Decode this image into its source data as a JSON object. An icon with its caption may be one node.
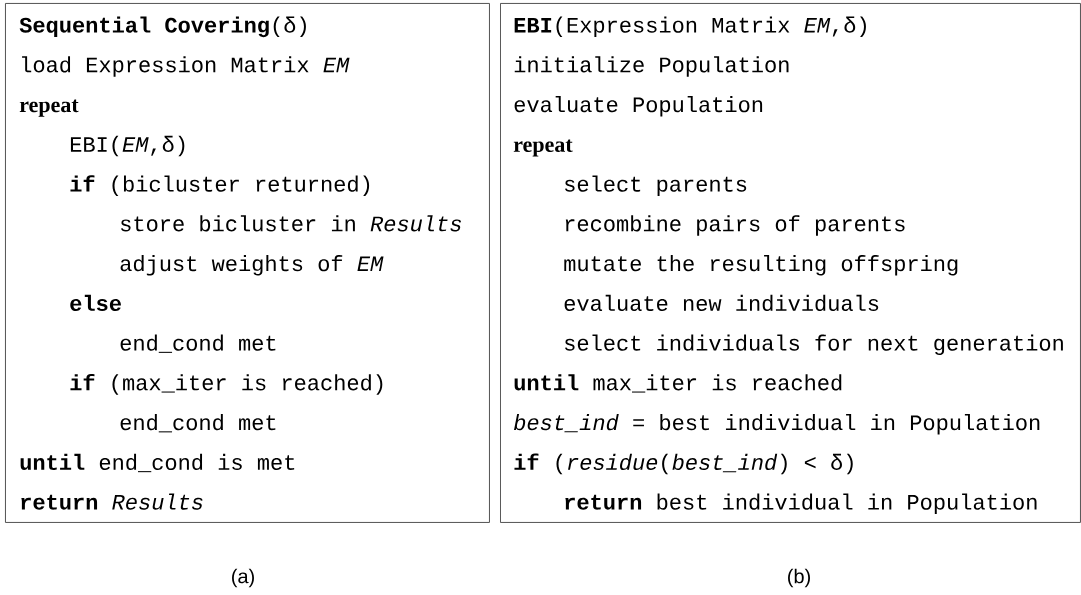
{
  "diagram": {
    "nodes": [
      {
        "text": [
          "**Sequential Covering**(δ)",
          "load Expression Matrix *EM*",
          "repeat",
          "EBI(*EM*,δ)",
          "**if** (bicluster returned)",
          "store bicluster in *Results*",
          "adjust weights of *EM*",
          "else",
          "end_cond met",
          "**if** (max_iter is reached)",
          "end_cond met",
          "**until** end_cond is met",
          "**return** *Results*"
        ],
        "beside": [
          "(a)"
        ]
      },
      {
        "text": [
          "**EBI**(Expression Matrix *EM*,δ)",
          "initialize Population",
          "evaluate Population",
          "repeat",
          "select parents",
          "recombine pairs of parents",
          "mutate the resulting offspring",
          "evaluate new individuals",
          "select individuals for next generation",
          "**until** max_iter is reached",
          "*best_ind* = best individual in Population",
          "**if** (*residue*(*best_ind*) < δ)",
          "**return** best individual in Population"
        ],
        "beside": [
          "(b)"
        ]
      }
    ]
  }
}
